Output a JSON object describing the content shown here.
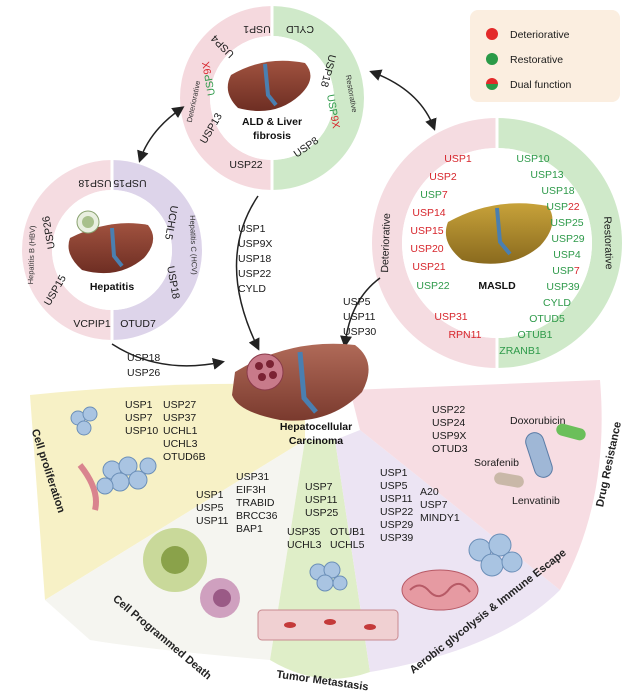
{
  "legend": {
    "deteriorative": "Deteriorative",
    "restorative": "Restorative",
    "dual": "Dual function",
    "colors": {
      "deteriorative": "#e32a2a",
      "restorative": "#2a9a48"
    }
  },
  "ald": {
    "title_line1": "ALD & Liver",
    "title_line2": "fibrosis",
    "deteriorative_label": "Deteriorative",
    "restorative_label": "Restorative",
    "left_genes": [
      "USP1",
      "USP4",
      "USP9X",
      "USP13",
      "USP22"
    ],
    "right_genes": [
      "CYLD",
      "USP18",
      "USP9X",
      "USP8"
    ]
  },
  "hepatitis": {
    "title": "Hepatitis",
    "hbv_label": "Hepatitis B (HBV)",
    "hcv_label": "Hepatitis C (HCV)",
    "left_genes": [
      "USP18",
      "USP26",
      "USP15",
      "VCPIP1"
    ],
    "right_genes": [
      "USP15",
      "UCHL5",
      "USP18",
      "OTUD7"
    ]
  },
  "masld": {
    "title": "MASLD",
    "deteriorative_label": "Deteriorative",
    "restorative_label": "Restorative",
    "left_genes": [
      "USP1",
      "USP2",
      "USP7",
      "USP14",
      "USP15",
      "USP20",
      "USP21",
      "USP22",
      "USP31",
      "RPN11"
    ],
    "right_genes": [
      "USP10",
      "USP13",
      "USP18",
      "USP22",
      "USP25",
      "USP29",
      "USP4",
      "USP7",
      "USP39",
      "CYLD",
      "OTUD5",
      "OTUB1",
      "ZRANB1"
    ]
  },
  "arrows": {
    "ald_to_hcc": [
      "USP1",
      "USP9X",
      "USP18",
      "USP22",
      "CYLD"
    ],
    "masld_to_hcc": [
      "USP5",
      "USP11",
      "USP30"
    ],
    "hepatitis_to_hcc": [
      "USP18",
      "USP26"
    ]
  },
  "hcc": {
    "line1": "Hepatocellular",
    "line2": "Carcinoma"
  },
  "sections": {
    "cell_proliferation": {
      "title": "Cell proliferation",
      "col1": [
        "USP1",
        "USP7",
        "USP10"
      ],
      "col2": [
        "USP27",
        "USP37",
        "UCHL1",
        "UCHL3",
        "OTUD6B"
      ]
    },
    "cell_death": {
      "title": "Cell Programmed Death",
      "col1": [
        "USP1",
        "USP5",
        "USP11"
      ],
      "col2": [
        "USP31",
        "EIF3H",
        "TRABID",
        "BRCC36",
        "BAP1"
      ]
    },
    "metastasis": {
      "title": "Tumor Metastasis",
      "col1": [
        "USP7",
        "USP11",
        "USP25"
      ],
      "col2a": [
        "USP35",
        "UCHL3"
      ],
      "col2b": [
        "OTUB1",
        "UCHL5"
      ]
    },
    "glycolysis": {
      "title": "Aerobic glycolysis & Immune Escape",
      "col1": [
        "USP1",
        "USP5",
        "USP11",
        "USP22",
        "USP29",
        "USP39"
      ],
      "col2": [
        "A20",
        "USP7",
        "MINDY1"
      ]
    },
    "drug_resistance": {
      "title": "Drug Resistance",
      "genes": [
        "USP22",
        "USP24",
        "USP9X",
        "OTUD3"
      ],
      "drugs": [
        "Doxorubicin",
        "Sorafenib",
        "Lenvatinib"
      ]
    }
  }
}
